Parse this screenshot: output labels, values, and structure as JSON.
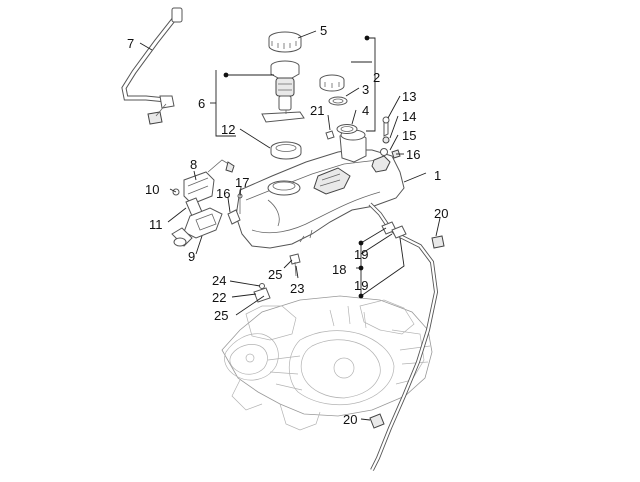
{
  "callouts": [
    {
      "id": "c1",
      "text": "1"
    },
    {
      "id": "c2",
      "text": "2"
    },
    {
      "id": "c3",
      "text": "3"
    },
    {
      "id": "c4",
      "text": "4"
    },
    {
      "id": "c5",
      "text": "5"
    },
    {
      "id": "c6",
      "text": "6"
    },
    {
      "id": "c7",
      "text": "7"
    },
    {
      "id": "c8",
      "text": "8"
    },
    {
      "id": "c9",
      "text": "9"
    },
    {
      "id": "c10",
      "text": "10"
    },
    {
      "id": "c11",
      "text": "11"
    },
    {
      "id": "c12",
      "text": "12"
    },
    {
      "id": "c13",
      "text": "13"
    },
    {
      "id": "c14",
      "text": "14"
    },
    {
      "id": "c15",
      "text": "15"
    },
    {
      "id": "c16a",
      "text": "16"
    },
    {
      "id": "c16b",
      "text": "16"
    },
    {
      "id": "c17",
      "text": "17"
    },
    {
      "id": "c18",
      "text": "18"
    },
    {
      "id": "c19a",
      "text": "19"
    },
    {
      "id": "c19b",
      "text": "19"
    },
    {
      "id": "c20a",
      "text": "20"
    },
    {
      "id": "c20b",
      "text": "20"
    },
    {
      "id": "c21",
      "text": "21"
    },
    {
      "id": "c22",
      "text": "22"
    },
    {
      "id": "c23",
      "text": "23"
    },
    {
      "id": "c24",
      "text": "24"
    },
    {
      "id": "c25a",
      "text": "25"
    },
    {
      "id": "c25b",
      "text": "25"
    }
  ]
}
